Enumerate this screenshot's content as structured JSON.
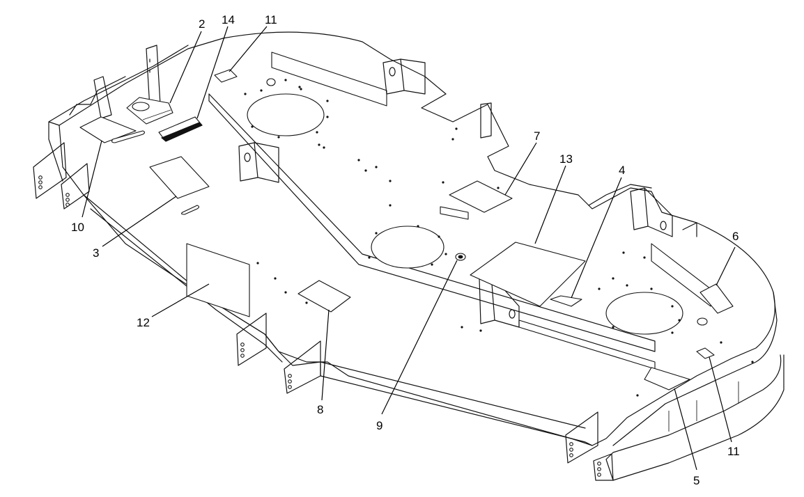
{
  "diagram": {
    "callouts": [
      {
        "id": "c2",
        "label": "2"
      },
      {
        "id": "c14",
        "label": "14"
      },
      {
        "id": "c11a",
        "label": "11"
      },
      {
        "id": "c10",
        "label": "10"
      },
      {
        "id": "c3",
        "label": "3"
      },
      {
        "id": "c7",
        "label": "7"
      },
      {
        "id": "c13",
        "label": "13"
      },
      {
        "id": "c4",
        "label": "4"
      },
      {
        "id": "c6",
        "label": "6"
      },
      {
        "id": "c12",
        "label": "12"
      },
      {
        "id": "c8",
        "label": "8"
      },
      {
        "id": "c9",
        "label": "9"
      },
      {
        "id": "c5",
        "label": "5"
      },
      {
        "id": "c11b",
        "label": "11"
      }
    ]
  }
}
